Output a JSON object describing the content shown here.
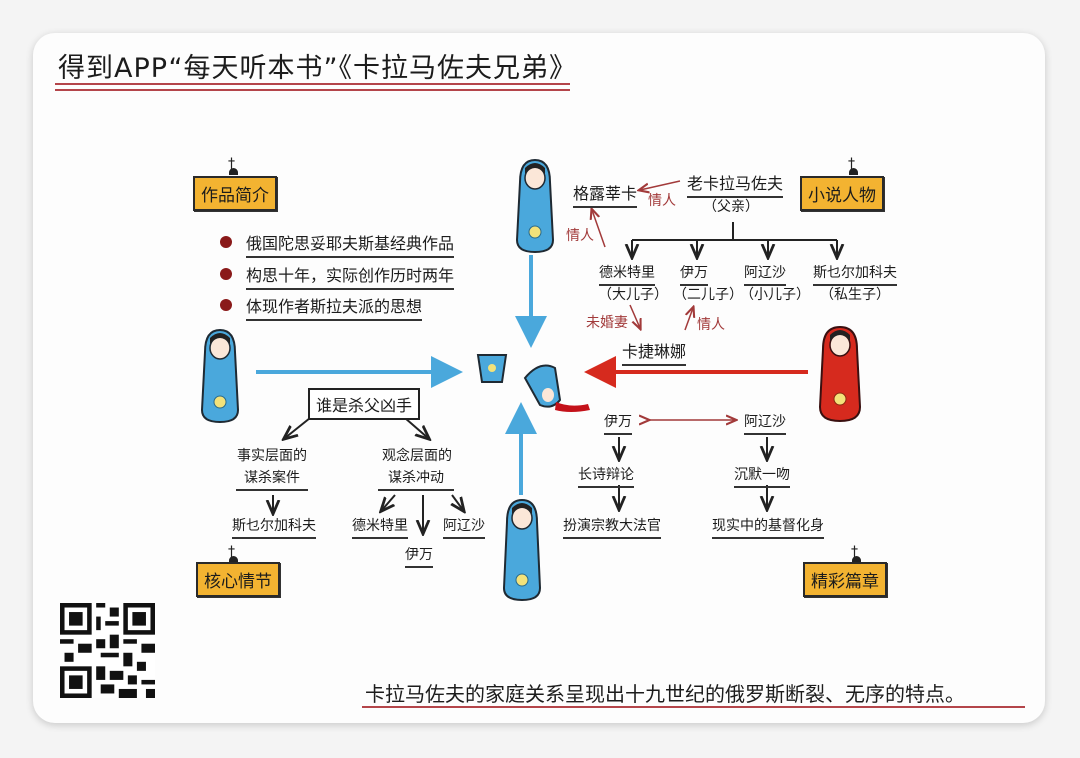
{
  "header": {
    "title": "得到APP“每天听本书”《卡拉马佐夫兄弟》"
  },
  "colors": {
    "accent_red": "#b4454a",
    "tag_yellow": "#f3b331",
    "doll_blue": "#4aa8dc",
    "doll_red": "#d62a1e",
    "bullet": "#8a1a1a"
  },
  "sections": {
    "intro": {
      "tag": "作品简介",
      "bullets": [
        "俄国陀思妥耶夫斯基经典作品",
        "构思十年，实际创作历时两年",
        "体现作者斯拉夫派的思想"
      ]
    },
    "characters": {
      "tag": "小说人物",
      "father": {
        "name": "老卡拉马佐夫",
        "role": "（父亲）"
      },
      "grushenka": "格露莘卡",
      "lover_label_1": "情人",
      "lover_label_2": "情人",
      "sons": [
        {
          "name": "德米特里",
          "role": "（大儿子）"
        },
        {
          "name": "伊万",
          "role": "（二儿子）"
        },
        {
          "name": "阿辽沙",
          "role": "（小儿子）"
        },
        {
          "name": "斯乜尔加科夫",
          "role": "（私生子）"
        }
      ],
      "fiancee_label": "未婚妻",
      "lover_label_3": "情人",
      "katerina": "卡捷琳娜"
    },
    "plot": {
      "tag": "核心情节",
      "question": "谁是杀父凶手",
      "fact_level": "事实层面的谋杀案件",
      "fact_level_l1": "事实层面的",
      "fact_level_l2": "谋杀案件",
      "fact_culprit": "斯乜尔加科夫",
      "idea_level_l1": "观念层面的",
      "idea_level_l2": "谋杀冲动",
      "idea_culprits": [
        "德米特里",
        "伊万",
        "阿辽沙"
      ]
    },
    "chapters": {
      "tag": "精彩篇章",
      "left_name": "伊万",
      "right_name": "阿辽沙",
      "left_step1": "长诗辩论",
      "left_step2": "扮演宗教大法官",
      "right_step1": "沉默一吻",
      "right_step2": "现实中的基督化身"
    }
  },
  "icons": [
    "matryoshka-doll-icon",
    "broken-doll-icon",
    "cross-icon",
    "qr-code"
  ],
  "footer": {
    "summary": "卡拉马佐夫的家庭关系呈现出十九世纪的俄罗斯断裂、无序的特点。"
  }
}
